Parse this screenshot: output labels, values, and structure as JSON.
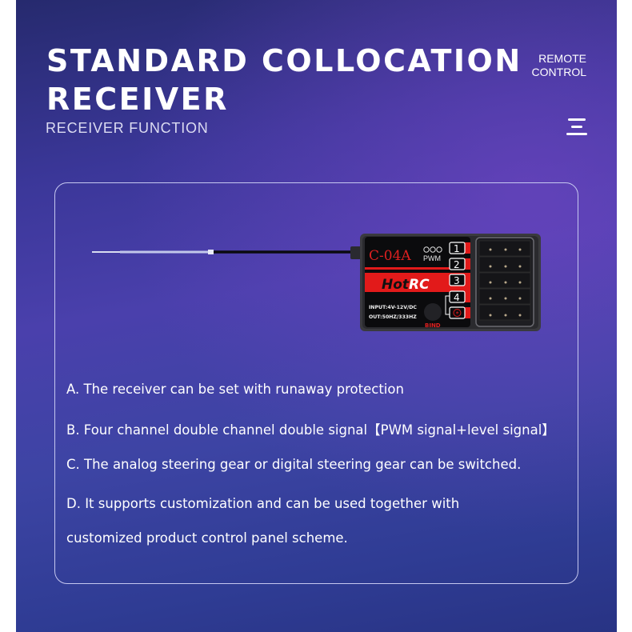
{
  "header": {
    "title_line1": "STANDARD COLLOCATION",
    "title_line2": "RECEIVER",
    "subtitle": "RECEIVER FUNCTION",
    "corner_label_line1": "REMOTE",
    "corner_label_line2": "CONTROL",
    "menu_icon": "hamburger-menu-icon"
  },
  "product": {
    "model": "C-04A",
    "brand_part1": "Hot",
    "brand_part2": "RC",
    "mode_label": "PWM",
    "input_spec": "INPUT:4V-12V/DC",
    "output_spec": "OUT:50HZ/333HZ",
    "bind_label": "BIND",
    "channels": [
      "1",
      "2",
      "3",
      "4"
    ],
    "power_icon": "lightning-icon",
    "colors": {
      "accent_red": "#e21a1a",
      "body": "#111111",
      "model_text": "#e02020"
    }
  },
  "features": [
    "A. The receiver can be set with runaway protection",
    "B. Four channel double channel double signal【PWM signal+level signal】",
    "C. The analog steering gear or digital steering gear can be switched.",
    "D. It supports customization and can be used together with",
    "customized product control panel scheme."
  ]
}
